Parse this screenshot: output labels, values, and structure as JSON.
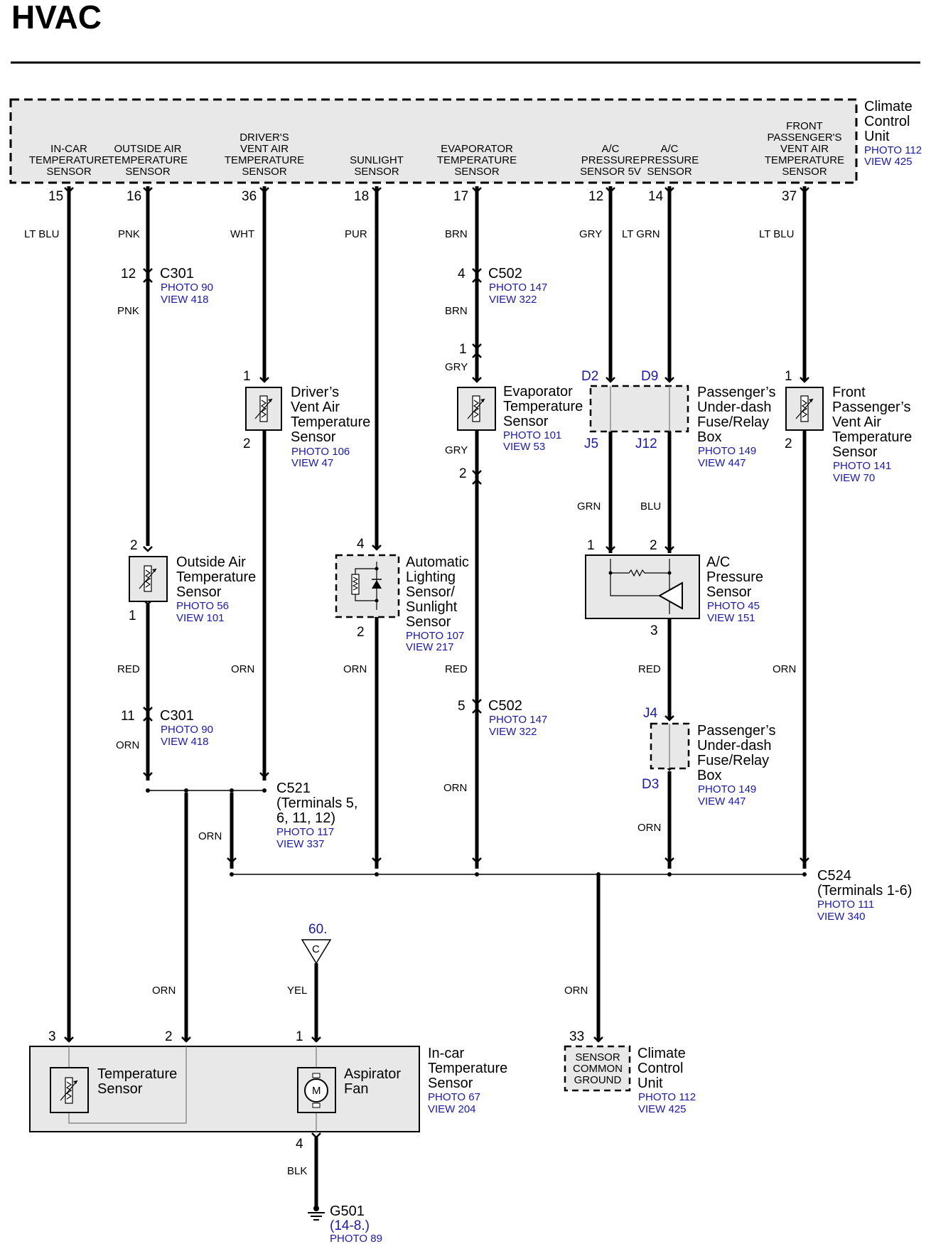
{
  "page": {
    "title": "HVAC"
  },
  "ccu": {
    "name_lines": [
      "Climate",
      "Control",
      "Unit"
    ],
    "photo": "PHOTO 112",
    "view": "VIEW 425",
    "terminals": [
      {
        "label_lines": [
          "IN-CAR",
          "TEMPERATURE",
          "SENSOR"
        ],
        "pin": "15",
        "wire": "LT BLU"
      },
      {
        "label_lines": [
          "OUTSIDE AIR",
          "TEMPERATURE",
          "SENSOR"
        ],
        "pin": "16",
        "wire": "PNK"
      },
      {
        "label_lines": [
          "DRIVER'S",
          "VENT AIR",
          "TEMPERATURE",
          "SENSOR"
        ],
        "pin": "36",
        "wire": "WHT"
      },
      {
        "label_lines": [
          "SUNLIGHT",
          "SENSOR"
        ],
        "pin": "18",
        "wire": "PUR"
      },
      {
        "label_lines": [
          "EVAPORATOR",
          "TEMPERATURE",
          "SENSOR"
        ],
        "pin": "17",
        "wire": "BRN"
      },
      {
        "label_lines": [
          "A/C",
          "PRESSURE",
          "SENSOR 5V"
        ],
        "pin": "12",
        "wire": "GRY"
      },
      {
        "label_lines": [
          "A/C",
          "PRESSURE",
          "SENSOR"
        ],
        "pin": "14",
        "wire": "LT GRN"
      },
      {
        "label_lines": [
          "FRONT",
          "PASSENGER'S",
          "VENT AIR",
          "TEMPERATURE",
          "SENSOR"
        ],
        "pin": "37",
        "wire": "LT BLU"
      }
    ]
  },
  "connectors": {
    "c301_top": {
      "pin": "12",
      "name": "C301",
      "photo": "PHOTO 90",
      "view": "VIEW 418",
      "wire_below": "PNK"
    },
    "c502_top": {
      "pin": "4",
      "name": "C502",
      "photo": "PHOTO 147",
      "view": "VIEW 322",
      "wire_below": "BRN"
    },
    "c301_bottom": {
      "pin": "11",
      "name": "C301",
      "photo": "PHOTO 90",
      "view": "VIEW 418",
      "wire_below": "ORN"
    },
    "c502_bottom": {
      "pin": "5",
      "name": "C502",
      "photo": "PHOTO 147",
      "view": "VIEW 322"
    },
    "c521": {
      "name": "C521",
      "lines": [
        "(Terminals 5,",
        "6, 11, 12)"
      ],
      "photo": "PHOTO 117",
      "view": "VIEW 337",
      "wire": "ORN"
    },
    "c524": {
      "name": "C524",
      "lines": [
        "(Terminals 1-6)"
      ],
      "photo": "PHOTO 111",
      "view": "VIEW 340"
    }
  },
  "components": {
    "drivers_vent": {
      "lines": [
        "Driver’s",
        "Vent Air",
        "Temperature",
        "Sensor"
      ],
      "photo": "PHOTO 106",
      "view": "VIEW 47",
      "pin_top": "1",
      "pin_bottom": "2",
      "wire_below": "ORN"
    },
    "evaporator": {
      "lines": [
        "Evaporator",
        "Temperature",
        "Sensor"
      ],
      "photo": "PHOTO 101",
      "view": "VIEW 53",
      "pin_c1": "1",
      "pin_c2": "2",
      "wire_above": "GRY",
      "wire_below": "GRY",
      "wire_lower": "RED",
      "wire_bottom": "ORN"
    },
    "fuse_box_top": {
      "lines": [
        "Passenger’s",
        "Under-dash",
        "Fuse/Relay",
        "Box"
      ],
      "photo": "PHOTO 149",
      "view": "VIEW 447",
      "pins": [
        "D2",
        "D9",
        "J5",
        "J12"
      ],
      "wires": [
        "GRN",
        "BLU"
      ]
    },
    "front_pass_vent": {
      "lines": [
        "Front",
        "Passenger’s",
        "Vent Air",
        "Temperature",
        "Sensor"
      ],
      "photo": "PHOTO 141",
      "view": "VIEW 70",
      "pin_top": "1",
      "pin_bottom": "2",
      "wire_below": "ORN"
    },
    "outside_air": {
      "lines": [
        "Outside Air",
        "Temperature",
        "Sensor"
      ],
      "photo": "PHOTO 56",
      "view": "VIEW 101",
      "pin_top": "2",
      "pin_bottom": "1",
      "wire_below": "RED"
    },
    "sunlight": {
      "lines": [
        "Automatic",
        "Lighting",
        "Sensor/",
        "Sunlight",
        "Sensor"
      ],
      "photo": "PHOTO 107",
      "view": "VIEW 217",
      "pin_top": "4",
      "pin_bottom": "2",
      "wire_below": "ORN"
    },
    "ac_pressure": {
      "lines": [
        "A/C",
        "Pressure",
        "Sensor"
      ],
      "photo": "PHOTO 45",
      "view": "VIEW 151",
      "pins": [
        "1",
        "2",
        "3"
      ],
      "wire_below": "RED"
    },
    "fuse_box_bottom": {
      "lines": [
        "Passenger’s",
        "Under-dash",
        "Fuse/Relay",
        "Box"
      ],
      "photo": "PHOTO 149",
      "view": "VIEW 447",
      "pins": [
        "J4",
        "D3"
      ],
      "wire_below": "ORN"
    },
    "incar": {
      "lines": [
        "In-car",
        "Temperature",
        "Sensor"
      ],
      "photo": "PHOTO 67",
      "view": "VIEW 204",
      "pins": [
        "3",
        "2",
        "1",
        "4"
      ],
      "wires": [
        "ORN",
        "YEL",
        "BLK"
      ],
      "temp_lines": [
        "Temperature",
        "Sensor"
      ],
      "fan_lines": [
        "Aspirator",
        "Fan"
      ],
      "motor": "M"
    },
    "power": {
      "ref": "60.",
      "letter": "C"
    },
    "ground": {
      "name": "G501",
      "ref": "(14-8.)",
      "photo": "PHOTO 89"
    },
    "ccu_ground": {
      "pin": "33",
      "box_lines": [
        "SENSOR",
        "COMMON",
        "GROUND"
      ],
      "lines": [
        "Climate",
        "Control",
        "Unit"
      ],
      "photo": "PHOTO 112",
      "view": "VIEW 425",
      "wire": "ORN"
    }
  }
}
